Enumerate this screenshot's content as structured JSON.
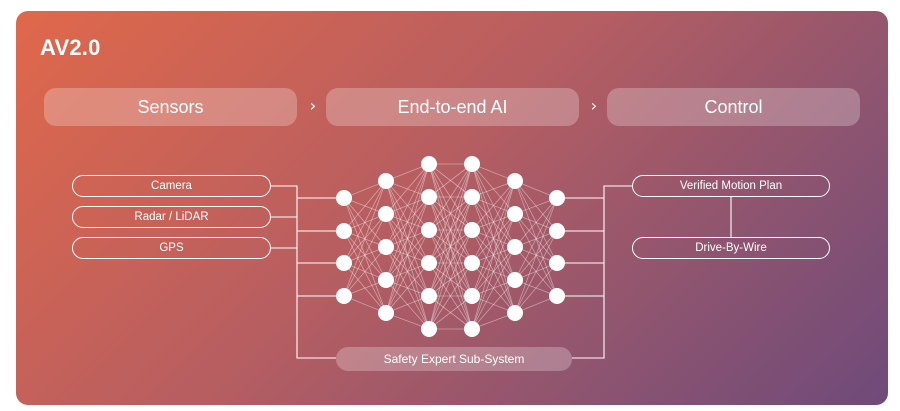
{
  "title": "AV2.0",
  "stages": [
    "Sensors",
    "End-to-end AI",
    "Control"
  ],
  "chevron": "›",
  "inputs": [
    "Camera",
    "Radar / LiDAR",
    "GPS"
  ],
  "outputs": [
    "Verified Motion Plan",
    "Drive-By-Wire"
  ],
  "safety": "Safety Expert Sub-System"
}
